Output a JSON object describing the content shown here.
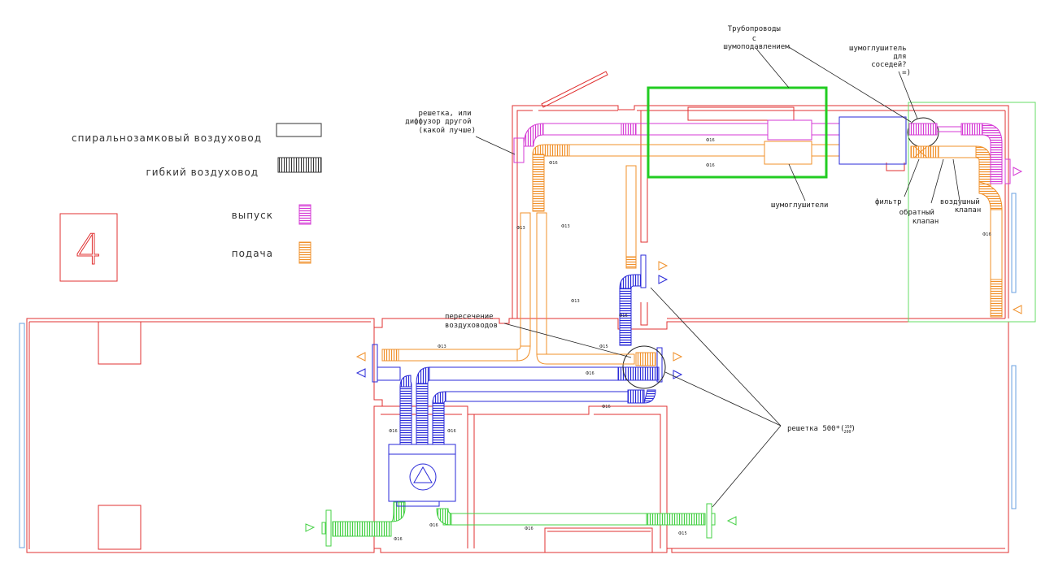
{
  "legend": {
    "spiral_duct": "спиральнозамковый воздуховод",
    "flex_duct": "гибкий воздуховод",
    "exhaust": "выпуск",
    "supply": "подача"
  },
  "sheet_number": "4",
  "annotations": {
    "muffled_pipes": [
      "Трубопроводы",
      "с",
      "шумоподавлением"
    ],
    "neighbor_silencer": [
      "шумоглушитель",
      "для",
      "соседей?",
      "=)"
    ],
    "grille_or_diffuser": [
      "решетка, или",
      "диффузор другой",
      "(какой лучше)"
    ],
    "silencers": "шумоглушители",
    "filter": "фильтр",
    "check_valve": [
      "обратный",
      "клапан"
    ],
    "air_valve": [
      "воздушный",
      "клапан"
    ],
    "crossing": [
      "пересечение",
      "воздуховодов"
    ],
    "grille_size": "решетка 500*(",
    "grille_size_frac_top": "150",
    "grille_size_frac_bottom": "200",
    "grille_size_close": ")"
  },
  "dimensions": {
    "d16": "Ф16",
    "d13": "Ф13",
    "d15": "Ф15"
  },
  "colors": {
    "walls": "#e03030",
    "exhaust": "#d53ad5",
    "supply": "#f0902a",
    "internal": "#2a2ad8",
    "outdoor": "#44d044",
    "highlight": "#22cc22",
    "text": "#222222"
  }
}
